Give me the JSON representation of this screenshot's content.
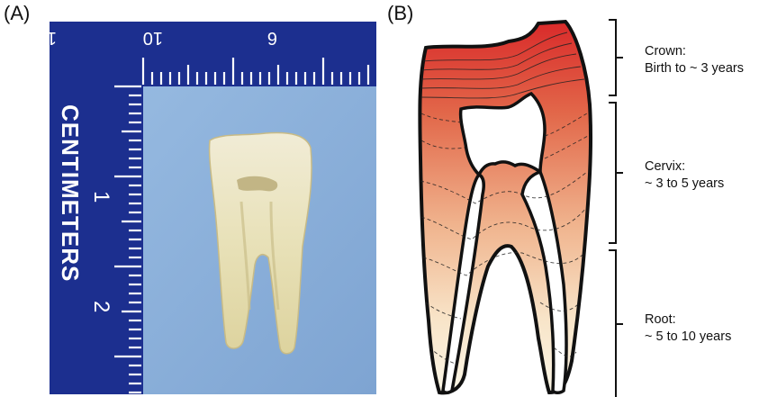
{
  "panels": {
    "a_label": "(A)",
    "b_label": "(B)"
  },
  "ruler": {
    "unit_label": "CENTIMETERS",
    "vertical_marks": [
      "1",
      "2"
    ],
    "horizontal_marks": [
      "1",
      "10",
      "6"
    ]
  },
  "colors": {
    "ruler_blue": "#1c2f8f",
    "background_blue": "#8fb4dd",
    "enamel_red": "#d92a2a",
    "root_cream": "#fbf6e6",
    "outline": "#111111"
  },
  "stages": [
    {
      "name": "Crown:",
      "age": "Birth to ~ 3 years"
    },
    {
      "name": "Cervix:",
      "age": "~ 3 to 5 years"
    },
    {
      "name": "Root:",
      "age": "~ 5 to 10 years"
    }
  ]
}
